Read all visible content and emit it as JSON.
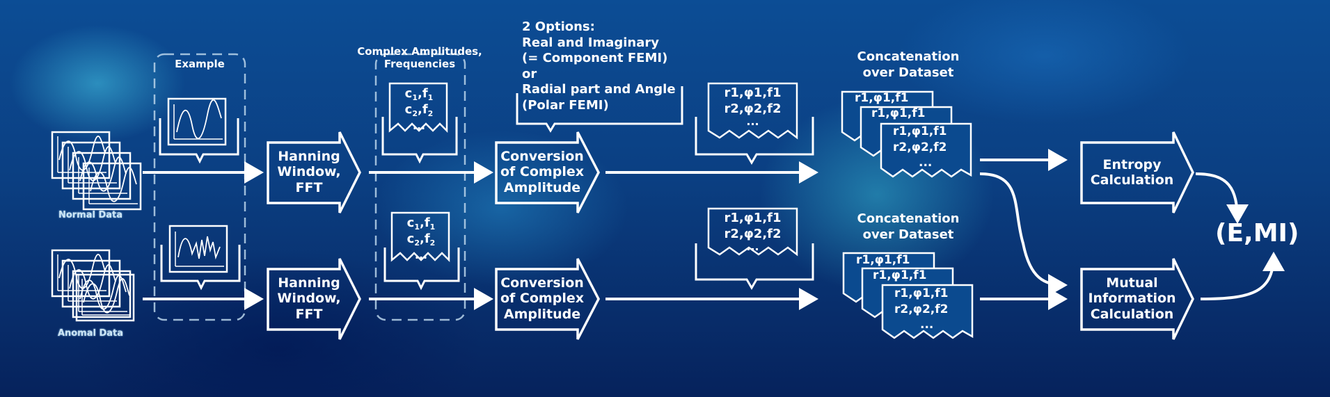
{
  "input": {
    "normal_label": "Normal Data",
    "anomal_label": "Anomal Data",
    "example_label": "Example"
  },
  "fft": {
    "top_label": "Hanning\nWindow,\nFFT",
    "bottom_label": "Hanning\nWindow,\nFFT"
  },
  "complex": {
    "heading": "Complex Amplitudes,\nFrequencies",
    "c1": "c",
    "c1_sub": "1",
    "f1": "f",
    "f1_sub": "1",
    "c2": "c",
    "c2_sub": "2",
    "f2": "f",
    "f2_sub": "2",
    "dots": "..."
  },
  "options": {
    "line1": "2 Options:",
    "line2": "Real and Imaginary",
    "line3": "(= Component FEMI)",
    "line4": "or",
    "line5": "Radial part and Angle",
    "line6": "(Polar FEMI)"
  },
  "conversion": {
    "top_label": "Conversion\nof Complex\nAmplitude",
    "bottom_label": "Conversion\nof Complex\nAmplitude"
  },
  "polar_values": {
    "row1": "r1,φ1,f1",
    "row2": "r2,φ2,f2",
    "dots": "..."
  },
  "concatenation": {
    "top_title": "Concatenation\nover Dataset",
    "bottom_title": "Concatenation\nover Dataset"
  },
  "outputs": {
    "entropy_label": "Entropy\nCalculation",
    "mi_label": "Mutual\nInformation\nCalculation",
    "result": "(E,MI)"
  }
}
